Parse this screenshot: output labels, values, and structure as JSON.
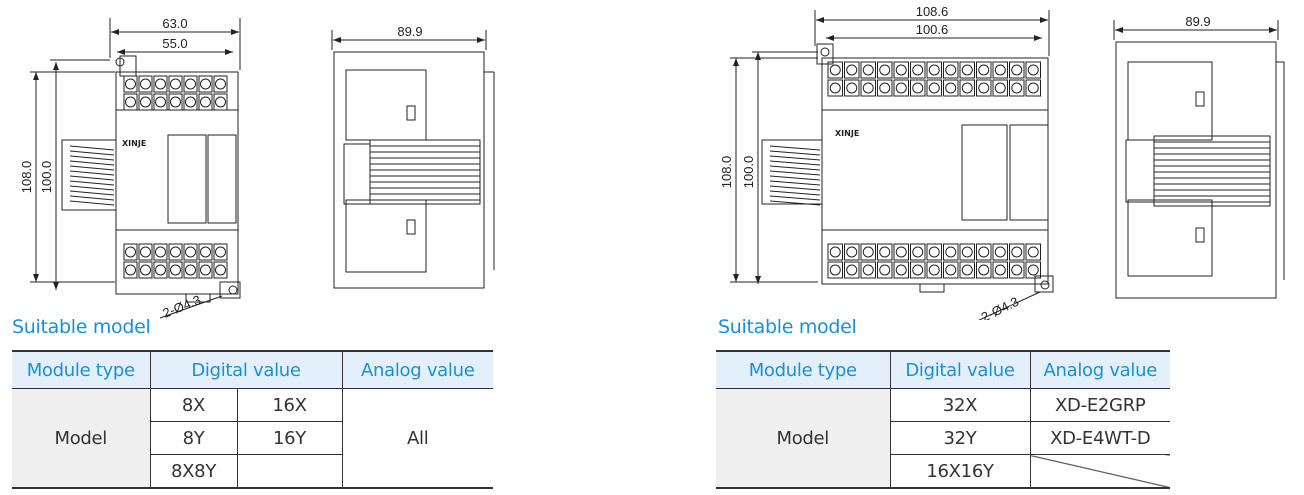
{
  "left": {
    "drawing": {
      "width_outer": "63.0",
      "width_inner": "55.0",
      "height_outer": "108.0",
      "height_inner": "100.0",
      "hole": "2-Ø4.3",
      "depth": "89.9",
      "logo": "XINJE"
    },
    "title": "Suitable model",
    "table": {
      "headers": [
        "Module type",
        "Digital value",
        "Analog value"
      ],
      "row_label": "Model",
      "digital": [
        [
          "8X",
          "16X"
        ],
        [
          "8Y",
          "16Y"
        ],
        [
          "8X8Y",
          ""
        ]
      ],
      "analog": "All"
    }
  },
  "right": {
    "drawing": {
      "width_outer": "108.6",
      "width_inner": "100.6",
      "height_outer": "108.0",
      "height_inner": "100.0",
      "hole": "2-Ø4.3",
      "depth": "89.9",
      "logo": "XINJE"
    },
    "title": "Suitable model",
    "table": {
      "headers": [
        "Module type",
        "Digital value",
        "Analog value"
      ],
      "row_label": "Model",
      "digital": [
        "32X",
        "32Y",
        "16X16Y"
      ],
      "analog": [
        "XD-E2GRP",
        "XD-E4WT-D",
        ""
      ]
    }
  }
}
